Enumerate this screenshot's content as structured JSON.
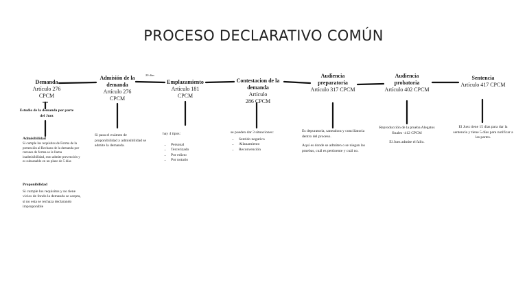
{
  "title": "PROCESO DECLARATIVO COMÚN",
  "stages": [
    {
      "name": "Demanda",
      "ref_lines": [
        "Artículo 276",
        "CPCM"
      ]
    },
    {
      "name": "Admisión de la demanda",
      "ref_lines": [
        "Artículo 276",
        "CPCM"
      ]
    },
    {
      "name": "Emplazamiento",
      "ref_lines": [
        "Artículo 181",
        "CPCM"
      ]
    },
    {
      "name": "Contestacion de la demanda",
      "ref_lines": [
        "Artículo",
        "286 CPCM"
      ]
    },
    {
      "name": "Audiencia preparatoria",
      "ref_lines": [
        "Artículo 317 CPCM"
      ]
    },
    {
      "name": "Audiencia probatoria",
      "ref_lines": [
        "Artículo 402 CPCM"
      ]
    },
    {
      "name": "Sentencia",
      "ref_lines": [
        "Artículo 417 CPCM"
      ]
    }
  ],
  "connector_note": "20 días",
  "demanda_sub": {
    "heading": "Estudio de la demanda por parte del Juez",
    "admisibilidad_title": "Admisibilidad",
    "admisibilidad_text": "Si cumple los requisitos de Forma de la pretensión al Rechazo de la demanda por razones de forma se le llama inadmisibilidad, esto admite prevención y es subsanable en un plazo de 5 días",
    "proponibilidad_title": "Proponibilidad",
    "proponibilidad_text": "Si cumple los requisitos y no tiene vicios de fondo la demanda se acepta, si no esta se rechaza declarando improponible"
  },
  "admision_detail": "Si pasa el exámen de proponibilidad y admisibilidad se admite la demanda.",
  "emplazamiento_detail": {
    "intro": "hay 4 tipos:",
    "items": [
      "Personal",
      "Tercerizado",
      "Por edicto",
      "Por notario"
    ]
  },
  "contestacion_detail": {
    "intro": "se pueden dar 3 situaciones:",
    "items": [
      "Sentido negativo",
      "Allanamiento",
      "Reconvención"
    ]
  },
  "preparatoria_detail": {
    "p1": "Es depuratoria, saneadora y conciliatoria dentro del proceso.",
    "p2": "Aquí es donde se admiten o se niegan las pruebas, cuál es pertinente y cuál no."
  },
  "probatoria_detail": {
    "p1": "Reproducción de la prueba Alegatos finales -412 CPCM",
    "p2": "El Juez admite el fallo."
  },
  "sentencia_detail": "El Juez tiene 15 días para dar la sentencia y tiene 5 días para notificar a las partes."
}
